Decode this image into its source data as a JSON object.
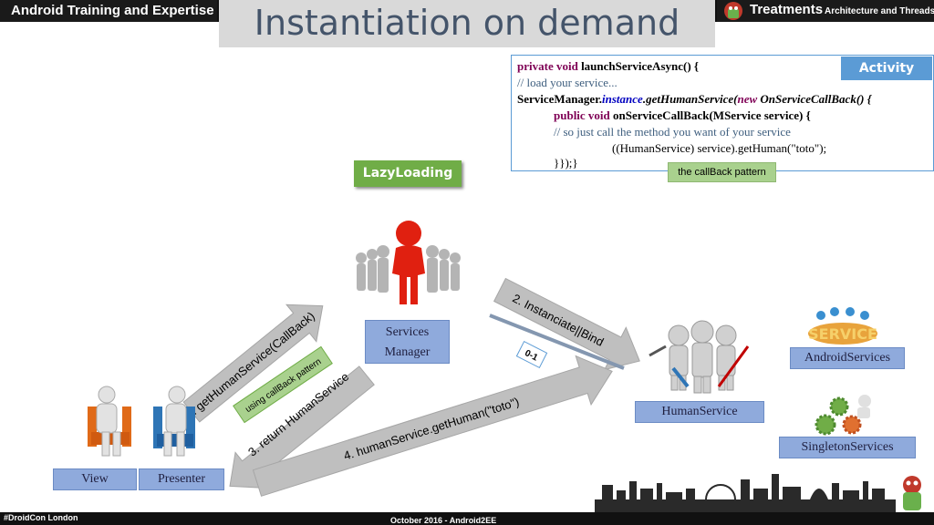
{
  "header": {
    "left_title": "Android Training and Expertise",
    "right_title": "Treatments",
    "right_subtitle": "Architecture and Threads"
  },
  "slide_title": "Instantiation on demand",
  "code": {
    "l1_kw": "private void",
    "l1_rest": " launchServiceAsync() {",
    "l2": "// load your service...",
    "l3_a": "ServiceManager.",
    "l3_b": "instance",
    "l3_c": ".getHumanService(",
    "l3_d": "new",
    "l3_e": " OnServiceCallBack() {",
    "l4_kw": "public void",
    "l4_rest": " onServiceCallBack(MService service) {",
    "l5": "// so just call the method you want of your service",
    "l6": "((HumanService) service).getHuman(\"toto\");",
    "l7": "}});}"
  },
  "activity_label": "Activity",
  "callback_pattern_label": "the callBack pattern",
  "lazy_label": "LazyLoading",
  "boxes": {
    "services_manager_1": "Services",
    "services_manager_2": "Manager",
    "human_service": "HumanService",
    "android_services": "AndroidServices",
    "singleton_services": "SingletonServices",
    "view": "View",
    "presenter": "Presenter"
  },
  "arrows": {
    "a1": "1. getHumanService(CallBack)",
    "a2": "2. Instanciate||Bind",
    "a3": "3. return HumanService",
    "a4": "4. humanService.getHuman(\"toto\")"
  },
  "using_callback": "using callBack pattern",
  "multiplicity": "0-1",
  "footer": {
    "left": "#DroidCon London",
    "center": "October 2016 - Android2EE"
  },
  "colors": {
    "accent_blue": "#5b9bd5",
    "box_blue": "#8faadc",
    "green": "#70ad47",
    "light_green": "#a9d18e",
    "arrow_gray": "#bfbfbf",
    "figure_red": "#e02010"
  }
}
